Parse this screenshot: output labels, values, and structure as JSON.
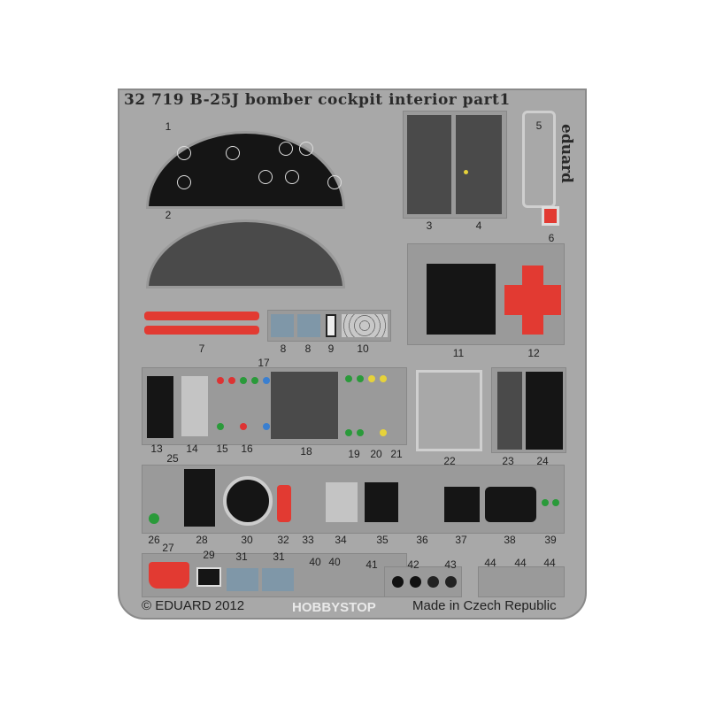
{
  "header": {
    "title": "32 719 B-25J bomber cockpit interior   part1",
    "watermark": "HOBBYSTOP",
    "brand": "eduard"
  },
  "footer": {
    "copyright": "© EDUARD 2012",
    "origin": "Made in Czech Republic"
  },
  "parts": [
    "1",
    "2",
    "3",
    "4",
    "5",
    "6",
    "7",
    "8",
    "8",
    "9",
    "10",
    "11",
    "12",
    "13",
    "14",
    "15",
    "16",
    "17",
    "18",
    "19",
    "20",
    "21",
    "22",
    "23",
    "24",
    "25",
    "26",
    "27",
    "28",
    "29",
    "30",
    "31",
    "31",
    "32",
    "33",
    "34",
    "35",
    "36",
    "37",
    "38",
    "39",
    "40",
    "40",
    "41",
    "42",
    "43",
    "44",
    "44",
    "44"
  ],
  "colors": {
    "fret": "#a8a8a8",
    "red": "#e23a32",
    "black": "#151515",
    "blue": "#7f97a8"
  }
}
